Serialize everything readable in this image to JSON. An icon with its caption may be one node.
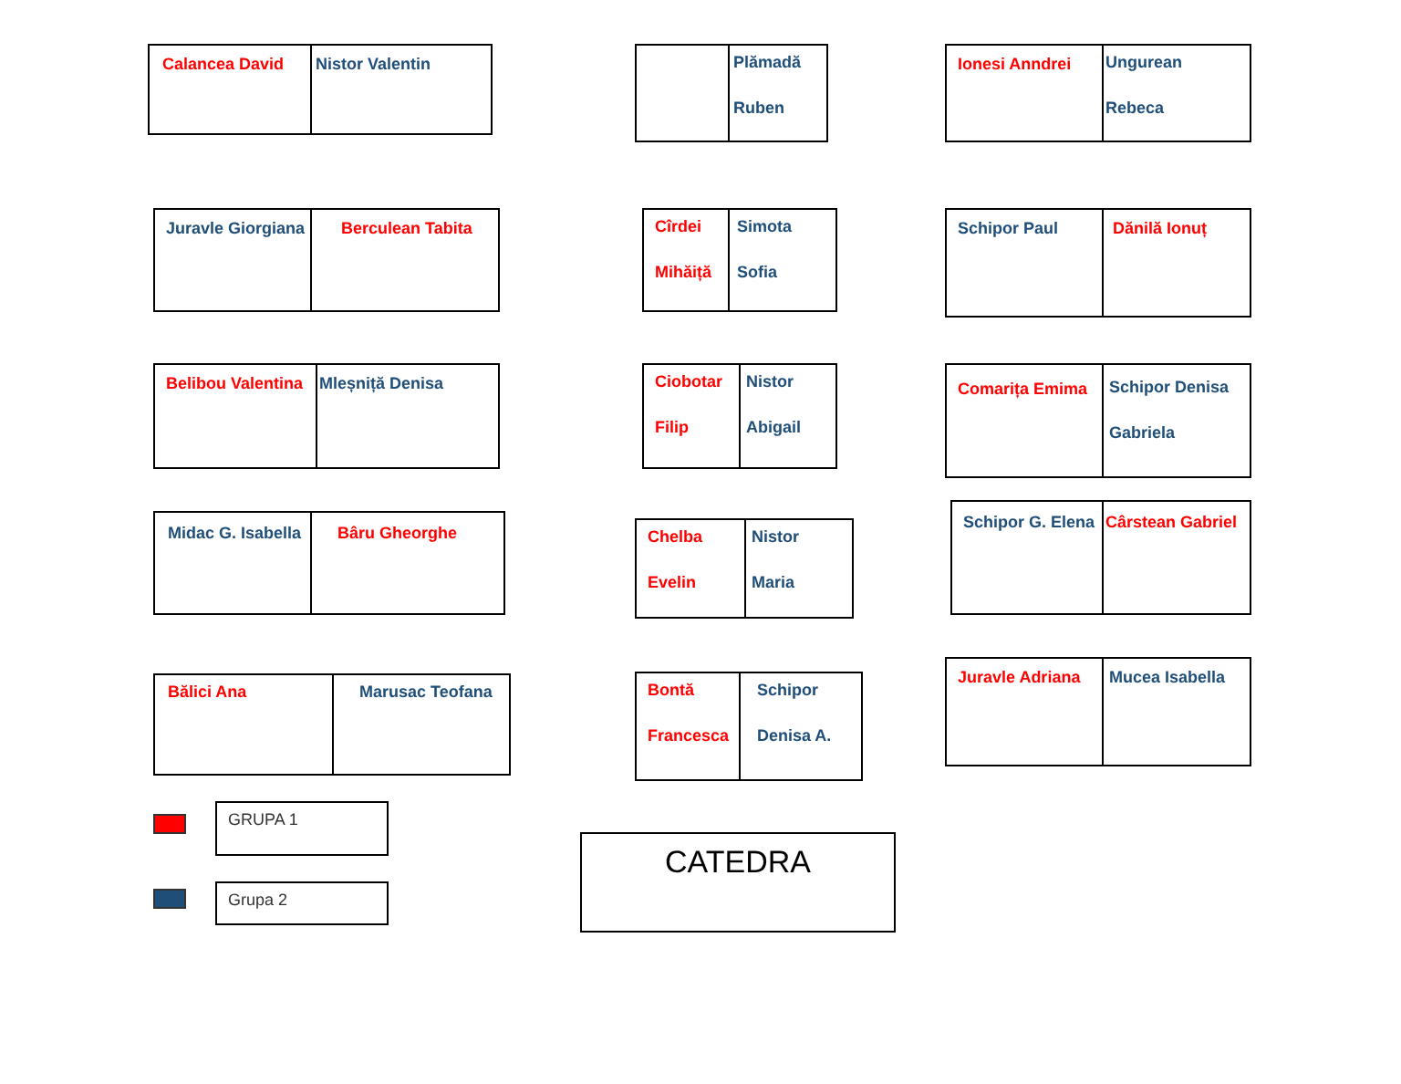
{
  "diagram": {
    "nodes": [
      {
        "text": [
          "Calancea David",
          "Nistor Valentin"
        ]
      },
      {
        "text": [
          "Plămadă Ruben"
        ]
      },
      {
        "text": [
          "Ionesi Anndrei",
          "Ungurean Rebeca"
        ]
      },
      {
        "text": [
          "Juravle Giorgiana",
          "Berculean Tabita"
        ]
      },
      {
        "text": [
          "Cîrdei Mihăiță",
          "Simota Sofia"
        ]
      },
      {
        "text": [
          "Schipor Paul",
          "Dănilă Ionuț"
        ]
      },
      {
        "text": [
          "Belibou Valentina",
          "Mleșniță Denisa"
        ]
      },
      {
        "text": [
          "Ciobotar Filip",
          "Nistor Abigail"
        ]
      },
      {
        "text": [
          "Comarița Emima",
          "Schipor Denisa Gabriela"
        ]
      },
      {
        "text": [
          "Midac G. Isabella",
          "Bâru Gheorghe"
        ]
      },
      {
        "text": [
          "Chelba Evelin",
          "Nistor Maria"
        ]
      },
      {
        "text": [
          "Schipor G. Elena",
          "Cârstean Gabriel"
        ]
      },
      {
        "text": [
          "Bălici Ana",
          "Marusac Teofana"
        ]
      },
      {
        "text": [
          "Bontă Francesca",
          "Schipor Denisa A."
        ]
      },
      {
        "text": [
          "Juravle Adriana",
          "Mucea Isabella"
        ]
      },
      {
        "text": [
          "CATEDRA"
        ]
      }
    ],
    "legend": [
      {
        "text": "GRUPA 1",
        "color": "#ff0000"
      },
      {
        "text": "Grupa 2",
        "color": "#1f4e79"
      }
    ]
  }
}
